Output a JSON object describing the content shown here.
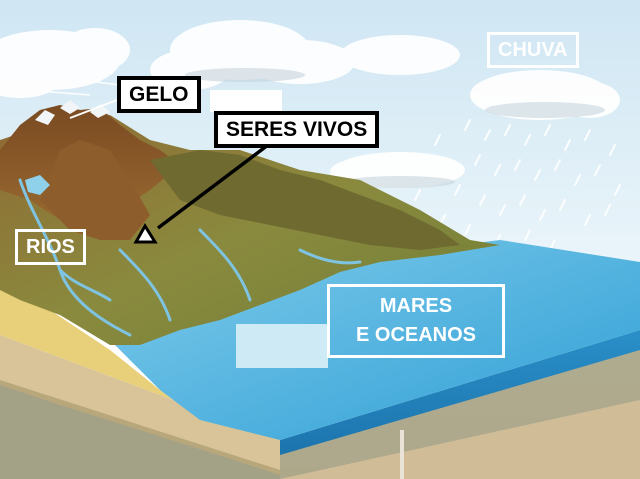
{
  "labels": {
    "gelo": "GELO",
    "seres_vivos": "SERES VIVOS",
    "rios": "RIOS",
    "chuva": "CHUVA",
    "mares_line1": "MARES",
    "mares_line2": "E OCEANOS"
  },
  "colors": {
    "sky": "#dceef7",
    "water": "#3aa6d8",
    "land_green": "#7e8a3c",
    "mountain_brown": "#8a5a2a",
    "sand": "#e8cf7a",
    "soil": "#c9b48a"
  }
}
